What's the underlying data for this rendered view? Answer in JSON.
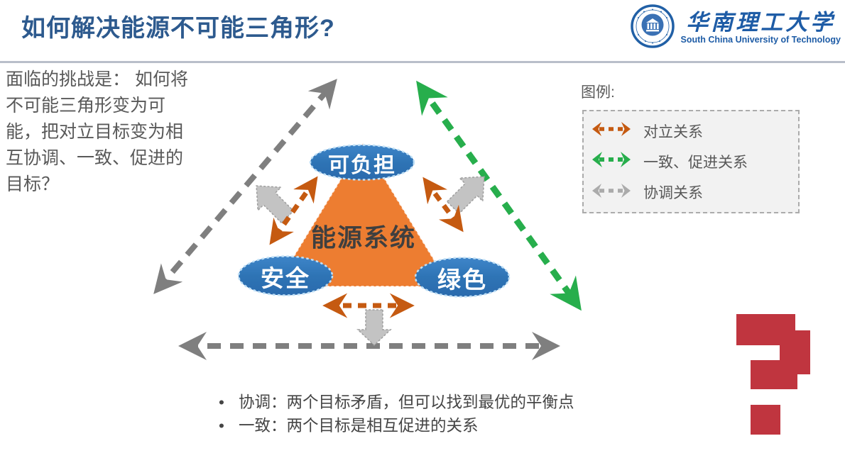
{
  "title": "如何解决能源不可能三角形?",
  "header_logo": {
    "name_zh": "华南理工大学",
    "name_en": "South China University of Technology"
  },
  "challenge_text": "面临的挑战是： 如何将不可能三角形变为可能，把对立目标变为相互协调、一致、促进的目标？",
  "legend": {
    "title": "图例:",
    "items": [
      {
        "icon": "orange-dashed-double-arrow",
        "label": "对立关系",
        "color": "#c55a11"
      },
      {
        "icon": "green-dashed-double-arrow",
        "label": "一致、促进关系",
        "color": "#27ae4c"
      },
      {
        "icon": "gray-dashed-double-arrow",
        "label": "协调关系",
        "color": "#ababab"
      }
    ]
  },
  "diagram": {
    "center_label": "能源系统",
    "nodes": [
      {
        "label": "可负担",
        "position": "top"
      },
      {
        "label": "安全",
        "position": "bottom-left"
      },
      {
        "label": "绿色",
        "position": "bottom-right"
      }
    ],
    "relation_colors": {
      "opposition": "#c55a11",
      "promotion": "#27ae4c",
      "coordination": "#7f7f7f"
    },
    "triangle_fill": "#ed7d31",
    "node_fill": "#2e74b5"
  },
  "notes": [
    "协调：两个目标矛盾，但可以找到最优的平衡点",
    "一致：两个目标是相互促进的关系"
  ],
  "colors": {
    "title_blue": "#2d5a8e",
    "question_mark_red": "#c0353f",
    "body_gray": "#595959"
  }
}
